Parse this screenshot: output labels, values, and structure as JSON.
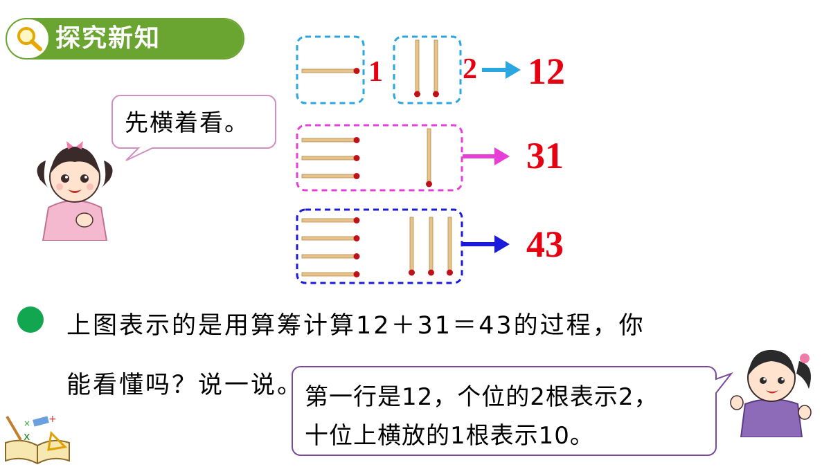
{
  "section_tag": {
    "label": "探究新知",
    "icon": "magnifier-icon"
  },
  "speech_left": "先横着看。",
  "rows": [
    {
      "label_a": "1",
      "label_b": "2",
      "result": "12",
      "color": "#2aa7e0"
    },
    {
      "result": "31",
      "color": "#e83ed8"
    },
    {
      "result": "43",
      "color": "#1a1adc"
    }
  ],
  "question": {
    "line1": "上图表示的是用算筹计算12＋31＝43的过程，你",
    "line2": "能看懂吗？说一说。"
  },
  "speech_right": {
    "line1": "第一行是12，个位的2根表示2，",
    "line2": "十位上横放的1根表示10。"
  },
  "colors": {
    "tag_green": "#6aa431",
    "bullet_green": "#12a650",
    "result_red": "#e60012"
  }
}
